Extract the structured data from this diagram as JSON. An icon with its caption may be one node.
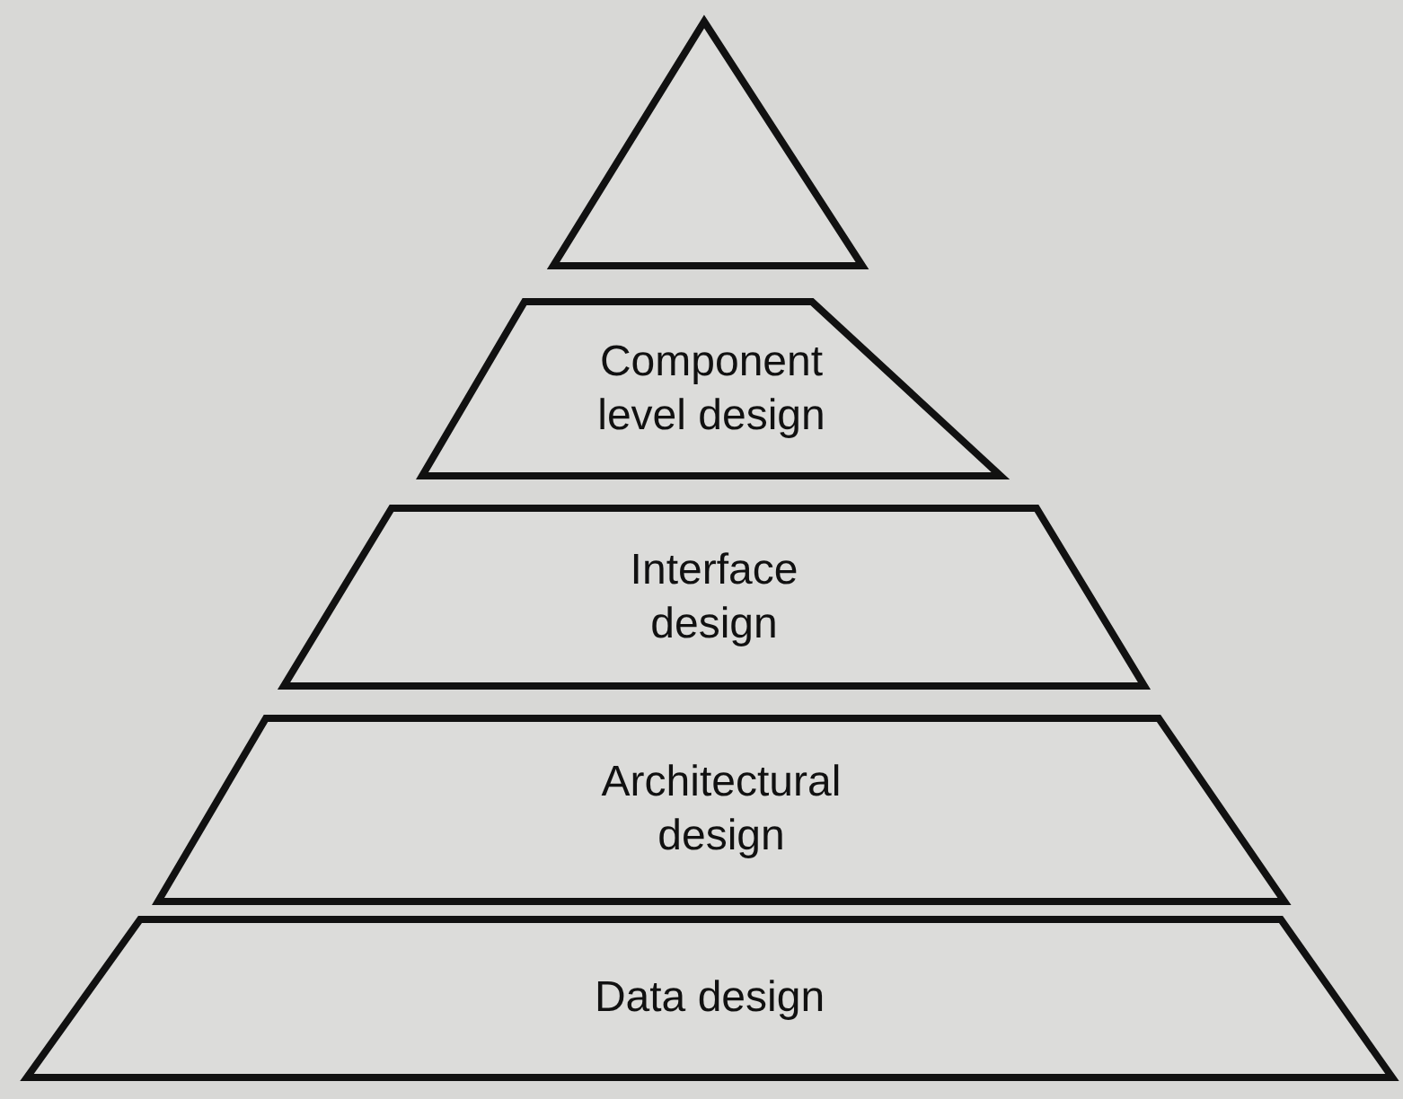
{
  "diagram": {
    "nodes": [
      {
        "text": [],
        "shape": "triangle"
      },
      {
        "text": [
          "Component level design"
        ]
      },
      {
        "text": [
          "Interface design"
        ]
      },
      {
        "text": [
          "Architectural design"
        ]
      },
      {
        "text": [
          "Data design"
        ]
      }
    ]
  }
}
